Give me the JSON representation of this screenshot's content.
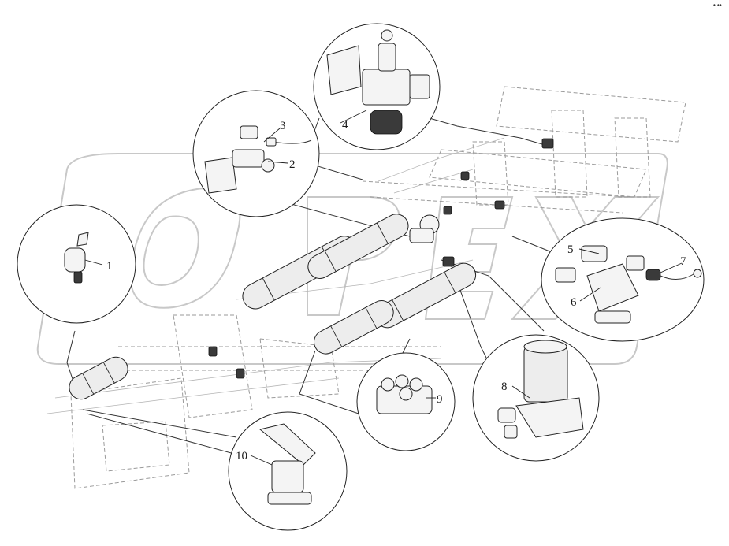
{
  "callouts": [
    {
      "label": "1"
    },
    {
      "label": "2"
    },
    {
      "label": "3"
    },
    {
      "label": "4"
    },
    {
      "label": "5"
    },
    {
      "label": "6"
    },
    {
      "label": "7"
    },
    {
      "label": "8"
    },
    {
      "label": "9"
    },
    {
      "label": "10"
    }
  ],
  "corner_mark": "• ••",
  "watermark_text": "ORBX",
  "colors": {
    "line": "#222222",
    "frame": "#9a9a9a",
    "watermark": "#c8c8c8"
  }
}
